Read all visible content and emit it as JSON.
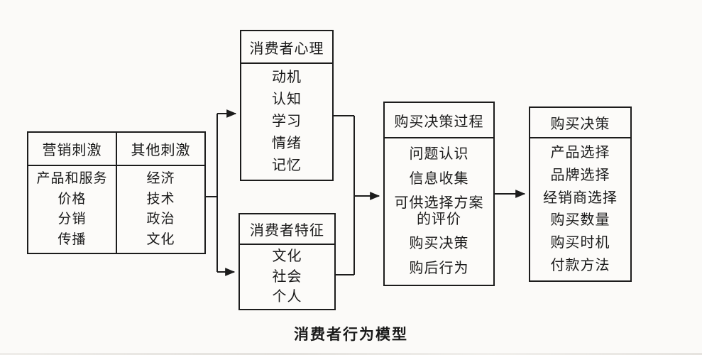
{
  "caption": "消费者行为模型",
  "colors": {
    "line": "#1c1c1c",
    "text": "#1a1a1a",
    "background": "#fbfaf8"
  },
  "boxes": {
    "stimuli": {
      "columns": [
        {
          "header": "营销刺激",
          "items": [
            "产品和服务",
            "价格",
            "分销",
            "传播"
          ]
        },
        {
          "header": "其他刺激",
          "items": [
            "经济",
            "技术",
            "政治",
            "文化"
          ]
        }
      ]
    },
    "psychology": {
      "header": "消费者心理",
      "items": [
        "动机",
        "认知",
        "学习",
        "情绪",
        "记忆"
      ]
    },
    "characteristics": {
      "header": "消费者特征",
      "items": [
        "文化",
        "社会",
        "个人"
      ]
    },
    "process": {
      "header": "购买决策过程",
      "items": [
        "问题认识",
        "信息收集",
        "可供选择方案的评价",
        "购买决策",
        "购后行为"
      ]
    },
    "decision": {
      "header": "购买决策",
      "items": [
        "产品选择",
        "品牌选择",
        "经销商选择",
        "购买数量",
        "购买时机",
        "付款方法"
      ]
    }
  }
}
